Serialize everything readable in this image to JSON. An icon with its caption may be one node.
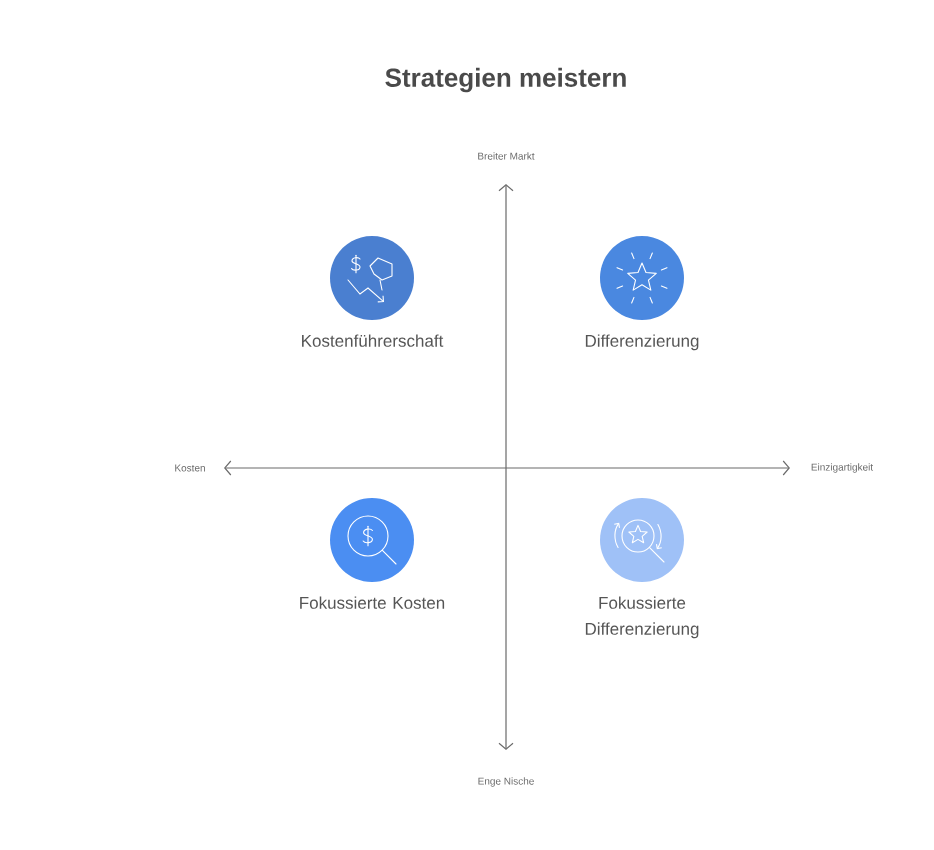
{
  "diagram": {
    "title": "Strategien meistern",
    "nodes": [
      {
        "text": [
          "Kostenführerschaft"
        ]
      },
      {
        "text": [
          "Differenzierung"
        ]
      },
      {
        "text": [
          "Fokussierte Kosten"
        ]
      },
      {
        "text": [
          "Fokussierte Differenzierung"
        ]
      }
    ],
    "labels": [
      "Breiter Markt",
      "Kosten",
      "Einzigartigkeit",
      "Enge Nische"
    ]
  }
}
